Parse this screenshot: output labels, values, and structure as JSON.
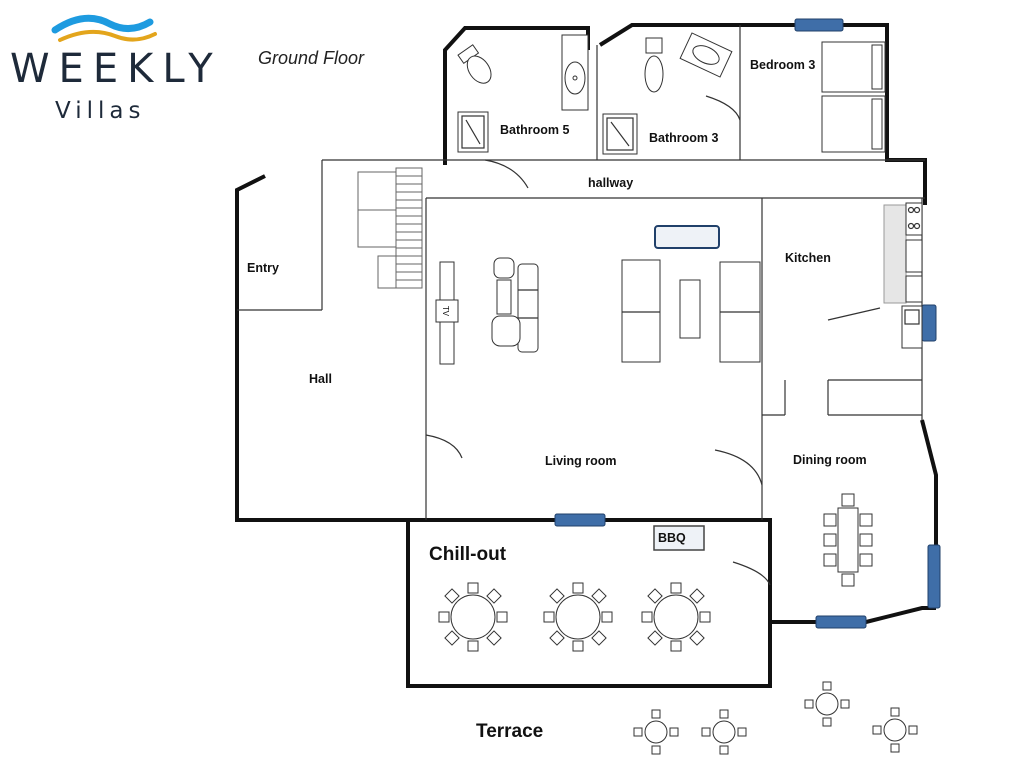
{
  "logo": {
    "word": "WEEKLY",
    "sub": "Villas",
    "wave_colors": {
      "blue": "#1e9be0",
      "gold": "#e3a51c"
    }
  },
  "floor_title": "Ground Floor",
  "rooms": {
    "bathroom5": "Bathroom 5",
    "bathroom3": "Bathroom 3",
    "bedroom3": "Bedroom 3",
    "hallway": "hallway",
    "entry": "Entry",
    "kitchen": "Kitchen",
    "hall": "Hall",
    "living_room": "Living room",
    "dining_room": "Dining room",
    "chillout": "Chill-out",
    "bbq": "BBQ",
    "terrace": "Terrace"
  },
  "tv_label": "TV",
  "colors": {
    "wall": "#111111",
    "window": "#3f6ea8",
    "window_border": "#20406a",
    "furniture_stroke": "#333333"
  }
}
